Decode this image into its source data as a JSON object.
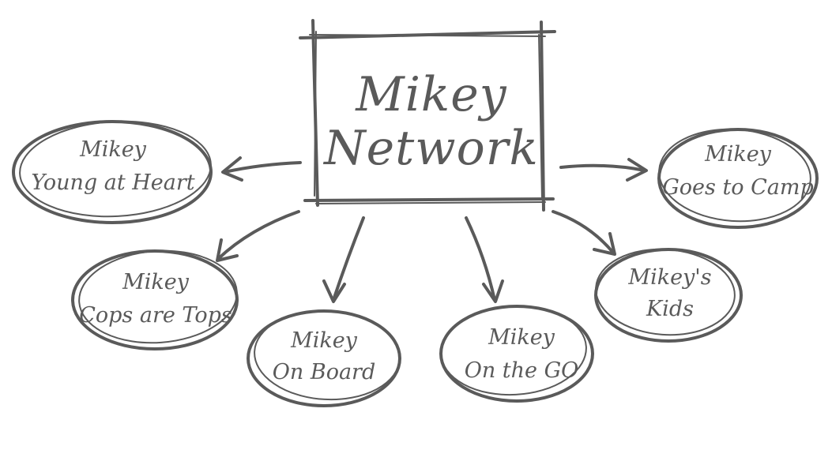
{
  "diagram": {
    "hub": {
      "line1": "Mikey",
      "line2": "Network"
    },
    "nodes": [
      {
        "id": "young-at-heart",
        "line1": "Mikey",
        "line2": "Young at Heart"
      },
      {
        "id": "goes-to-camp",
        "line1": "Mikey",
        "line2": "Goes to Camp"
      },
      {
        "id": "cops-are-tops",
        "line1": "Mikey",
        "line2": "Cops are Tops"
      },
      {
        "id": "on-board",
        "line1": "Mikey",
        "line2": "On Board"
      },
      {
        "id": "on-the-go",
        "line1": "Mikey",
        "line2": "On the GO"
      },
      {
        "id": "kids",
        "line1": "Mikey's",
        "line2": "Kids"
      }
    ],
    "edges": [
      {
        "from": "hub",
        "to": "young-at-heart"
      },
      {
        "from": "hub",
        "to": "goes-to-camp"
      },
      {
        "from": "hub",
        "to": "cops-are-tops"
      },
      {
        "from": "hub",
        "to": "on-board"
      },
      {
        "from": "hub",
        "to": "on-the-go"
      },
      {
        "from": "hub",
        "to": "kids"
      }
    ],
    "colors": {
      "stroke": "#5a5a5a",
      "background": "#ffffff"
    }
  }
}
